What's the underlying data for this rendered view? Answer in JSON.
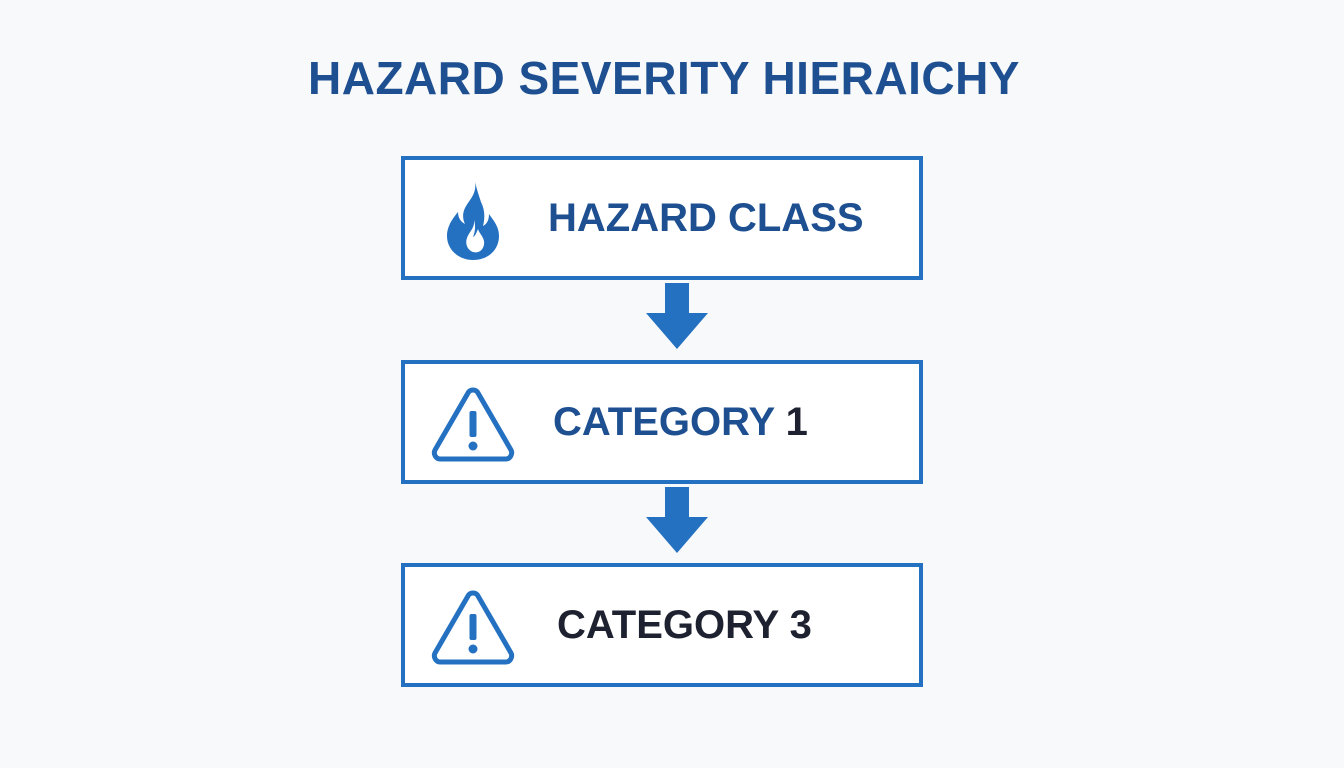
{
  "diagram": {
    "title": "HAZARD SEVERITY HIERAICHY",
    "levels": [
      {
        "label": "HAZARD CLASS",
        "icon": "flame-icon"
      },
      {
        "label_main": "CATEGORY",
        "label_num": "1",
        "icon": "warning-triangle-icon"
      },
      {
        "label": "CATEGORY 3",
        "icon": "warning-triangle-icon"
      }
    ],
    "connectors": [
      "down-arrow",
      "down-arrow"
    ]
  },
  "colors": {
    "accent_blue": "#2470c1",
    "title_blue": "#1d4f91",
    "dark_text": "#1e2230",
    "background": "#f8f9fa"
  }
}
